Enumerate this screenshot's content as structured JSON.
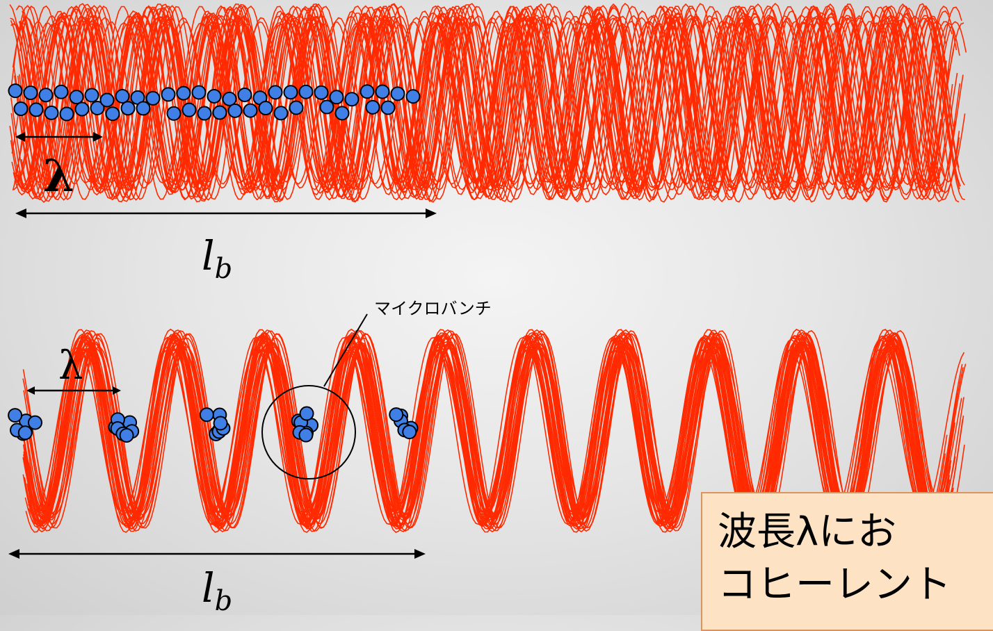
{
  "top_panel": {
    "lambda_label": "λ",
    "length_label": "l",
    "length_subscript": "b"
  },
  "bottom_panel": {
    "lambda_label": "λ",
    "length_label": "l",
    "length_subscript": "b",
    "microbunch_label": "マイクロバンチ"
  },
  "callout": {
    "line1": "波長λにお",
    "line2": "コヒーレント"
  },
  "colors": {
    "wave": "#ff2a00",
    "electron": "#3f7fe6",
    "callout_fill": "#fde3c4",
    "callout_border": "#d99560"
  }
}
